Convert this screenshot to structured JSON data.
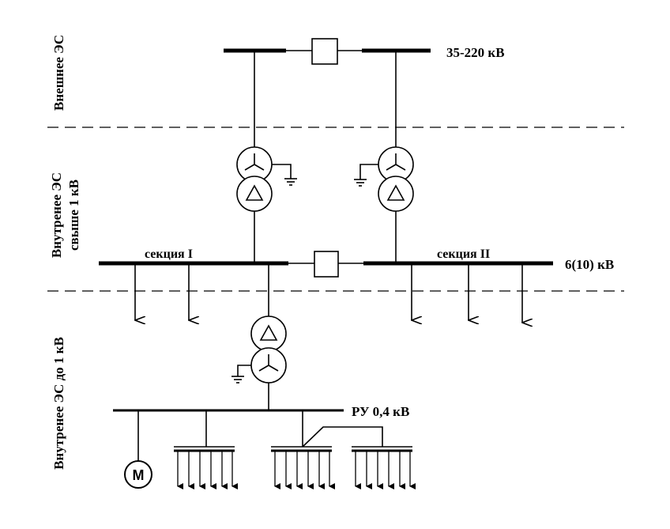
{
  "zones": {
    "external": "Внешнее ЭС",
    "internal_hv_line1": "Внутренее ЭС",
    "internal_hv_line2": "свыше 1 кВ",
    "internal_lv": "Внутренее ЭС до 1 кВ"
  },
  "buses": {
    "hv_voltage": "35-220 кВ",
    "mv_voltage": "6(10) кВ",
    "section_1": "секция I",
    "section_2": "секция II",
    "lv_bus": "РУ 0,4 кВ"
  },
  "motor": {
    "symbol": "M"
  }
}
